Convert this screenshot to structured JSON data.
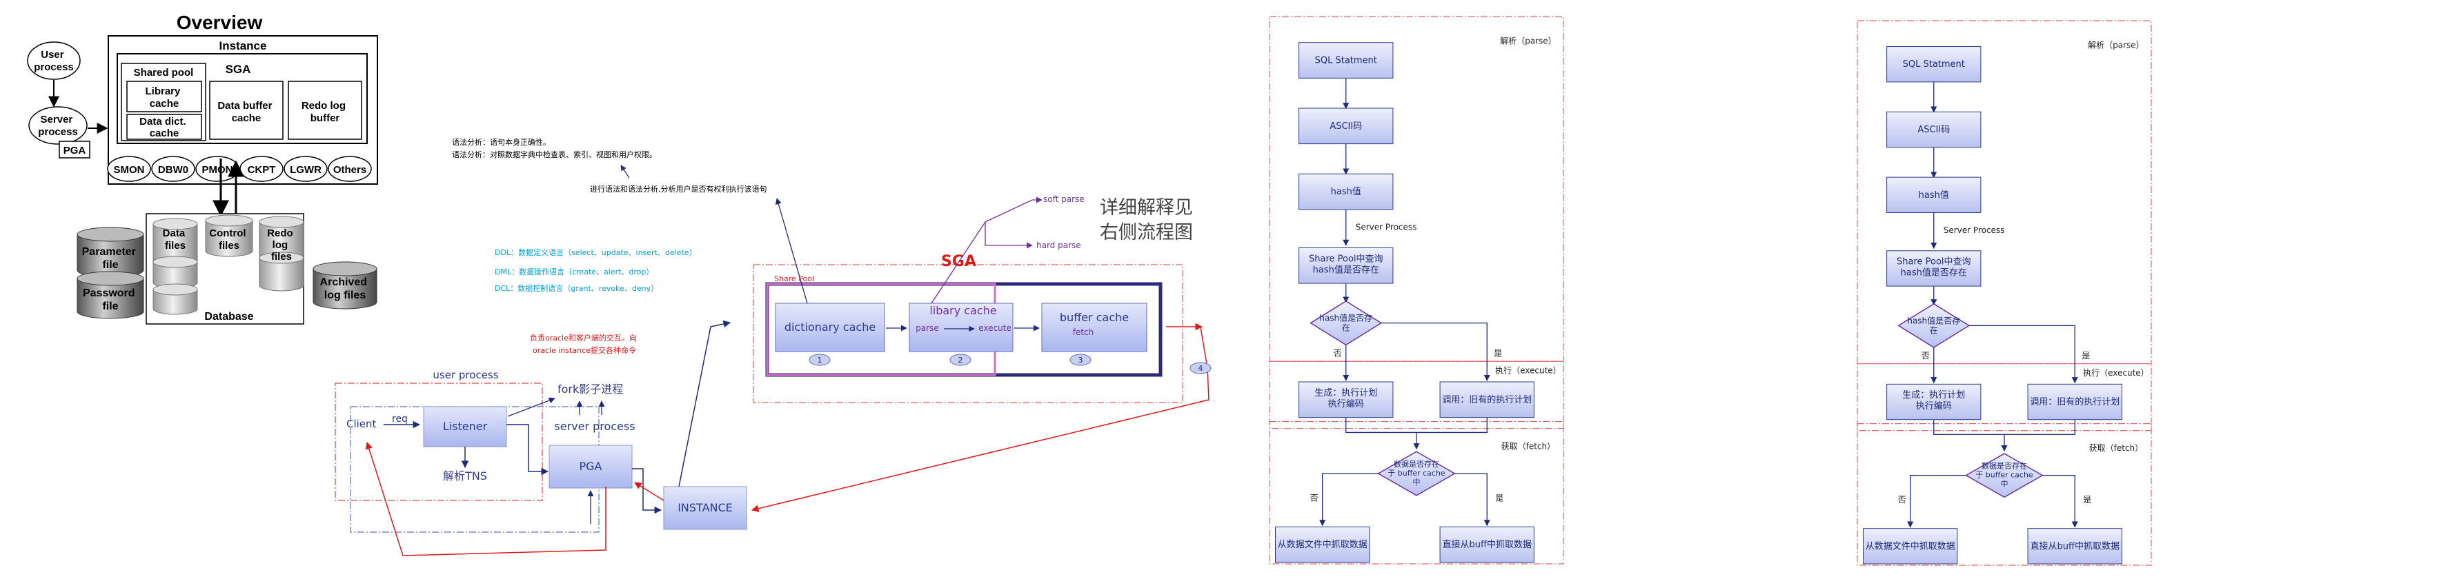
{
  "overview": {
    "title": "Overview",
    "instance": "Instance",
    "sga": "SGA",
    "shared_pool": "Shared pool",
    "library_cache": [
      "Library",
      "cache"
    ],
    "data_dict_cache": [
      "Data dict.",
      "cache"
    ],
    "data_buffer_cache": [
      "Data buffer",
      "cache"
    ],
    "redo_log_buffer": [
      "Redo log",
      "buffer"
    ],
    "user_process": [
      "User",
      "process"
    ],
    "server_process": [
      "Server",
      "process"
    ],
    "pga": "PGA",
    "processes": [
      "SMON",
      "DBW0",
      "PMON",
      "CKPT",
      "LGWR",
      "Others"
    ],
    "database": "Database",
    "data_files": [
      "Data",
      "files"
    ],
    "control_files": [
      "Control",
      "files"
    ],
    "redo_log_files": [
      "Redo",
      "log",
      "files"
    ],
    "parameter_file": [
      "Parameter",
      "file"
    ],
    "password_file": [
      "Password",
      "file"
    ],
    "archived_log_files": [
      "Archived",
      "log files"
    ]
  },
  "flow": {
    "syntax_note_1": "语法分析：语句本身正确性。",
    "syntax_note_2": "语法分析：对照数据字典中检查表、索引、视图和用户权限。",
    "semantic_note": "进行语法和语法分析,分析用户是否有权利执行该语句",
    "ddl": "DDL：数据定义语言（select、update、insert、delete）",
    "dml": "DML：数据操作语言（create、alert、drop）",
    "dcl": "DCL：数据控制语言（grant、revoke、deny）",
    "responsibility_1": "负责oracle和客户端的交互。向",
    "responsibility_2": "oracle instance提交各种命令",
    "fork": "fork影子进程",
    "user_process": "user process",
    "client": "Client",
    "req": "req",
    "listener": "Listener",
    "tns": "解析TNS",
    "server_process": "server process",
    "pga": "PGA",
    "instance": "INSTANCE",
    "sga": "SGA",
    "share_pool": "Share Pool",
    "dictionary_cache": "dictionary cache",
    "library_cache": "libary cache",
    "parse": "parse",
    "execute": "execute",
    "buffer_cache": "buffer cache",
    "fetch": "fetch",
    "soft_parse": "soft parse",
    "hard_parse": "hard parse",
    "steps": [
      "1",
      "2",
      "3",
      "4"
    ],
    "see_right_1": "详细解释见",
    "see_right_2": "右侧流程图"
  },
  "flowchart_left": {
    "parse_label": "解析（parse）",
    "execute_label": "执行（execute）",
    "fetch_label": "获取（fetch）",
    "sql": "SQL Statment",
    "ascii": "ASCII码",
    "hash": "hash值",
    "server_process": "Server Process",
    "share_pool_query": [
      "Share Pool中查询",
      "hash值是否存在"
    ],
    "hash_exists": [
      "hash值是否存",
      "在"
    ],
    "no": "否",
    "yes": "是",
    "generate_plan": [
      "生成：执行计划",
      "执行编码"
    ],
    "call_plan": "调用：旧有的执行计划",
    "in_buffer_cache": [
      "数据是否存在",
      "于 buffer cache",
      "中"
    ],
    "read_datafile": "从数据文件中抓取数据",
    "read_buffer": "直接从buff中抓取数据"
  },
  "flowchart_right": {
    "parse_label": "解析（parse）",
    "execute_label": "执行（execute）",
    "fetch_label": "获取（fetch）",
    "sql": "SQL Statment",
    "ascii": "ASCII码",
    "hash": "hash值",
    "server_process": "Server Process",
    "share_pool_query": [
      "Share Pool中查询",
      "hash值是否存在"
    ],
    "hash_exists": [
      "hash值是否存",
      "在"
    ],
    "no": "否",
    "yes": "是",
    "generate_plan": [
      "生成：执行计划",
      "执行编码"
    ],
    "call_plan": "调用：旧有的执行计划",
    "in_buffer_cache": [
      "数据是否存在",
      "于 buffer cache",
      "中"
    ],
    "read_datafile": "从数据文件中抓取数据",
    "read_buffer": "直接从buff中抓取数据"
  },
  "colors": {
    "box_fill": "#cfd6f5",
    "box_stroke": "#2b3a8c",
    "dash_red": "#e06666",
    "dash_blue": "#5f6fbf",
    "arrow_blue": "#1f2a7a",
    "arrow_red": "#e01818",
    "cyan_text": "#00a0d8",
    "purple_text": "#b040a0",
    "sga_red": "#e01818",
    "diamond_stroke": "#7030a0"
  }
}
